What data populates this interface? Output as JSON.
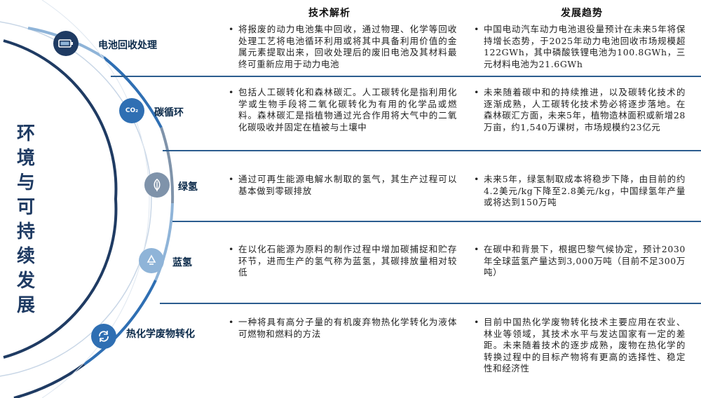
{
  "title_chars": [
    "环",
    "境",
    "与",
    "可",
    "持",
    "续",
    "发",
    "展"
  ],
  "headers": {
    "tech": "技术解析",
    "trend": "发展趋势"
  },
  "rows": [
    {
      "category": "电池回收处理",
      "icon": "battery-icon",
      "tech": "将报废的动力电池集中回收，通过物理、化学等回收处理工艺将电池循环利用或将其中具备利用价值的金属元素提取出来，回收处理后的废旧电池及其材料最终可重新应用于动力电池",
      "trend": "中国电动汽车动力电池退役量预计在未来5年将保持增长态势，于2025年动力电池回收市场规模超122GWh，其中磷酸铁锂电池为100.8GWh，三元材料电池为21.6GWh"
    },
    {
      "category": "碳循环",
      "icon": "co2-icon",
      "icon_text": "CO₂",
      "tech": "包括人工碳转化和森林碳汇。人工碳转化是指利用化学或生物手段将二氧化碳转化为有用的化学品或燃料。森林碳汇是指植物通过光合作用将大气中的二氧化碳吸收并固定在植被与土壤中",
      "trend": "未来随着碳中和的持续推进，以及碳转化技术的逐渐成熟，人工碳转化技术势必将逐步落地。在森林碳汇方面，未来5年，植物造林面积或新增28万亩，约1,540万课树，市场规模约23亿元"
    },
    {
      "category": "绿氢",
      "icon": "leaf-icon",
      "tech": "通过可再生能源电解水制取的氢气，其生产过程可以基本做到零碳排放",
      "trend": "未来5年，绿氢制取成本将稳步下降，由目前的约4.2美元/kg下降至2.8美元/kg，中国绿氢年产量或将达到150万吨"
    },
    {
      "category": "蓝氢",
      "icon": "recycle-icon",
      "tech": "在以化石能源为原料的制作过程中增加碳捕捉和贮存环节，进而生产的氢气称为蓝氢，其碳排放量相对较低",
      "trend": "在碳中和背景下，根据巴黎气候协定，预计2030年全球蓝氢产量达到3,000万吨（目前不足300万吨）"
    },
    {
      "category": "热化学废物转化",
      "icon": "refresh-icon",
      "tech": "一种将具有高分子量的有机废弃物热化学转化为液体可燃物和燃料的方法",
      "trend": "目前中国热化学废物转化技术主要应用在农业、林业等领域，其技术水平与发达国家有一定的差距。未来随着技术的逐步成熟，废物在热化学的转换过程中的目标产物将有更高的选择性、稳定性和经济性"
    }
  ],
  "colors": {
    "dark_navy": "#1f3b63",
    "accent_blue": "#2f6fb3",
    "light_blue": "#8fb4d8",
    "gray_blue": "#7f93aa",
    "separator": "#2c5d8f"
  }
}
